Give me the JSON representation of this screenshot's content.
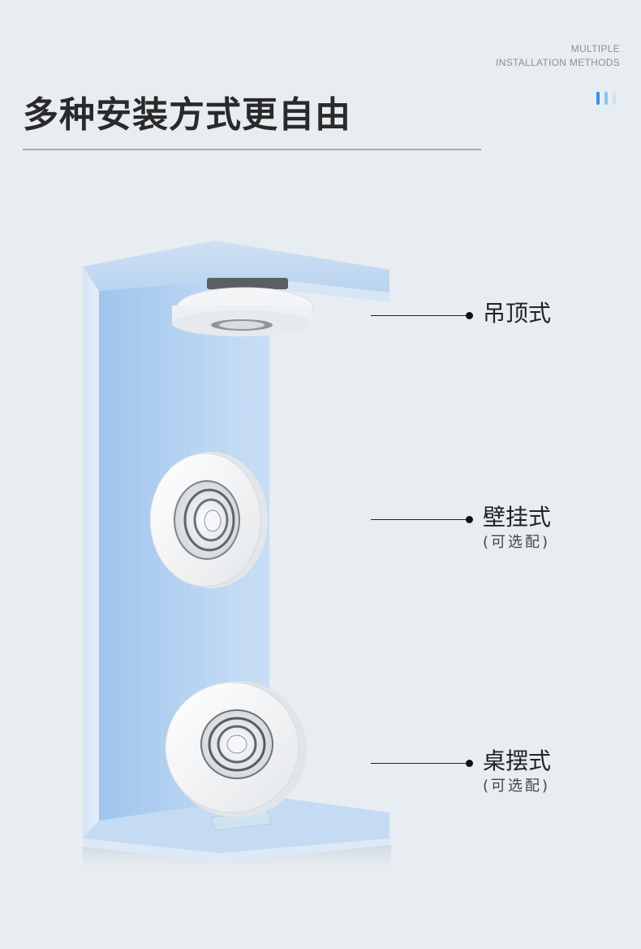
{
  "header": {
    "eyebrow_line1": "MULTIPLE",
    "eyebrow_line2": "INSTALLATION METHODS",
    "title": "多种安装方式更自由",
    "accent_colors": [
      "#3a8ee6",
      "#8ec2f2",
      "#cfe3f6"
    ]
  },
  "callouts": [
    {
      "label": "吊顶式",
      "sub": ""
    },
    {
      "label": "壁挂式",
      "sub": "(可选配)"
    },
    {
      "label": "桌摆式",
      "sub": "(可选配)"
    }
  ],
  "colors": {
    "background": "#e8edf2",
    "panel_blue": "#a9cbef",
    "panel_light": "#d7e6f6",
    "device_white": "#f7f8fa"
  }
}
